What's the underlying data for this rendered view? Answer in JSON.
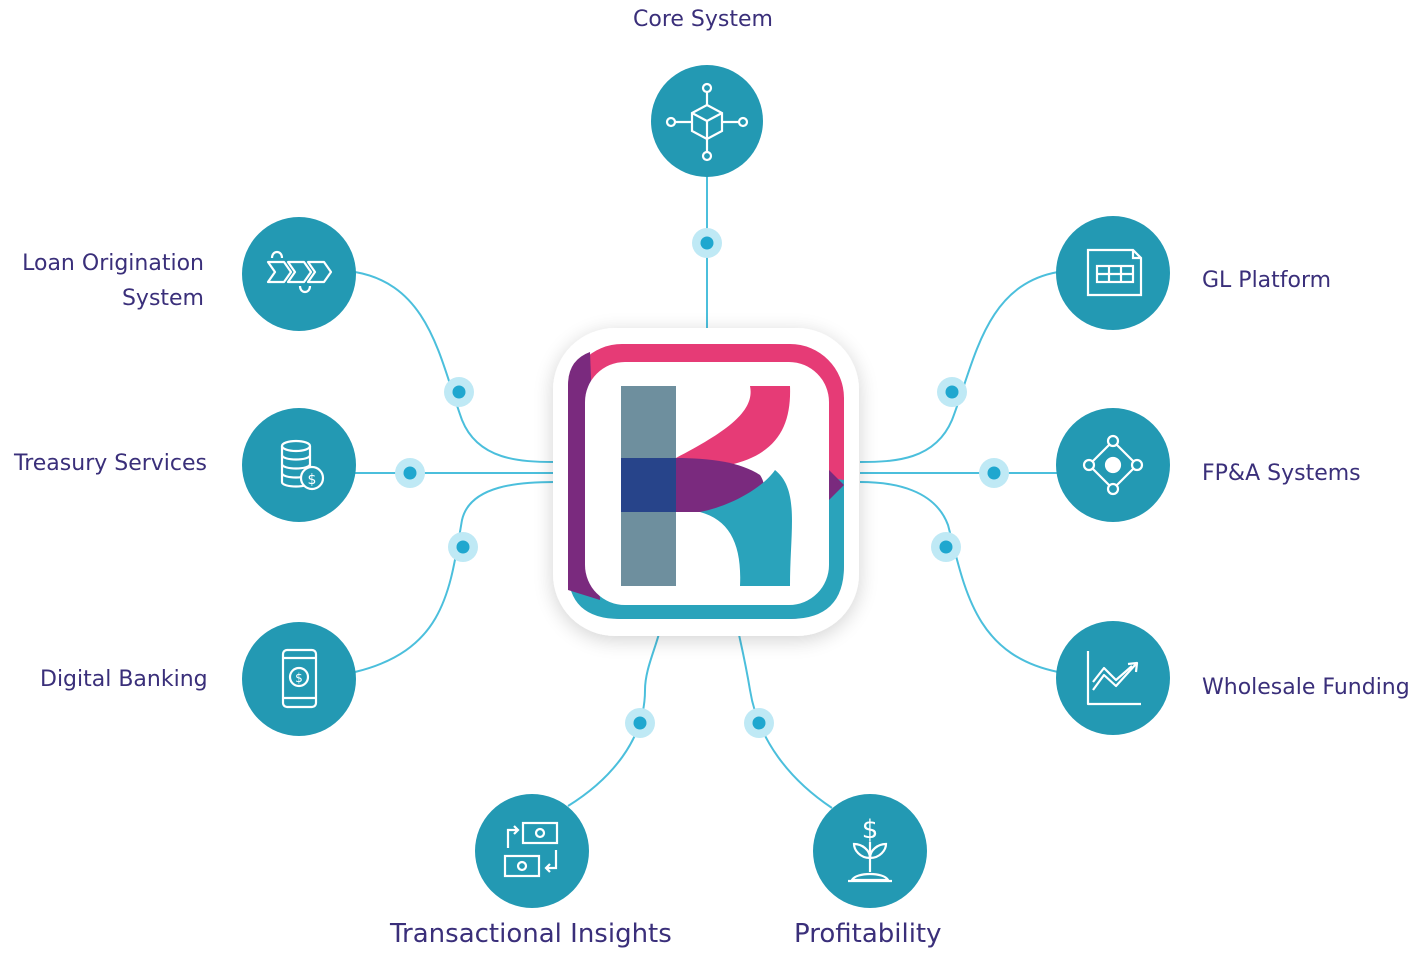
{
  "colors": {
    "node_fill": "#2399b3",
    "connector": "#4bbfdc",
    "dot": "#1fa7cf",
    "dot_halo": "#bfe9f5",
    "label_text": "#3a2f7a",
    "logo_pink": "#e63b76",
    "logo_purple": "#7a2a7e",
    "logo_teal": "#2aa3bb",
    "logo_slate": "#6e8f9e",
    "logo_navy": "#27448a"
  },
  "hub": {
    "logo_icon": "k-brand-logo-icon"
  },
  "nodes": {
    "core_system": {
      "label": "Core System",
      "icon": "network-cube-icon"
    },
    "gl_platform": {
      "label": "GL Platform",
      "icon": "spreadsheet-icon"
    },
    "fpa_systems": {
      "label": "FP&A Systems",
      "icon": "diamond-nodes-icon"
    },
    "wholesale_funding": {
      "label": "Wholesale Funding",
      "icon": "trend-chart-icon"
    },
    "profitability": {
      "label": "Profitability",
      "icon": "dollar-plant-icon"
    },
    "transactional_insights": {
      "label": "Transactional Insights",
      "icon": "money-exchange-icon"
    },
    "digital_banking": {
      "label": "Digital Banking",
      "icon": "mobile-dollar-icon"
    },
    "treasury_services": {
      "label": "Treasury Services",
      "icon": "coin-stack-icon"
    },
    "loan_origination": {
      "label_line1": "Loan Origination",
      "label_line2": "System",
      "icon": "process-arrows-icon"
    }
  }
}
